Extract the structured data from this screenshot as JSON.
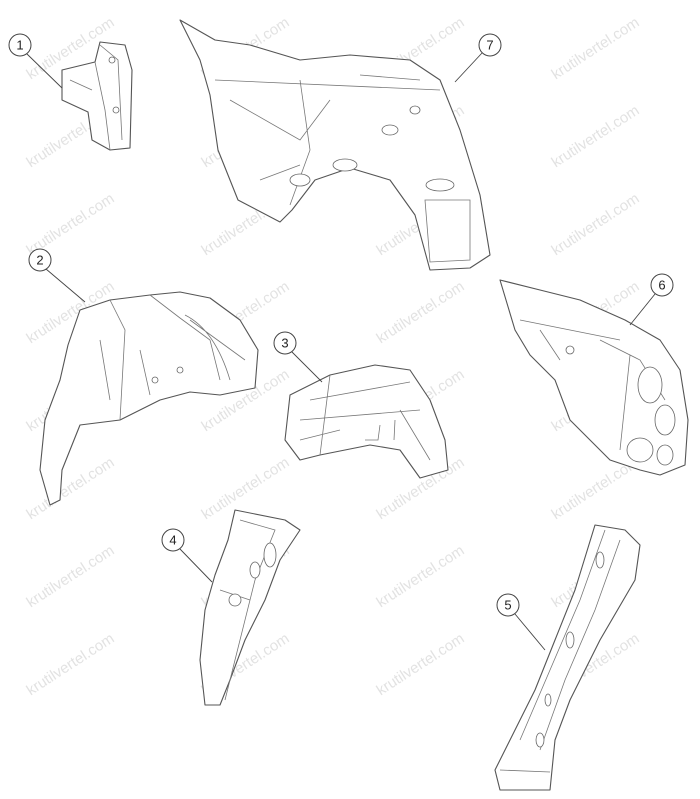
{
  "figure": {
    "watermark": "krutilvertel.com",
    "callouts": [
      {
        "id": "1",
        "label": "1"
      },
      {
        "id": "2",
        "label": "2"
      },
      {
        "id": "3",
        "label": "3"
      },
      {
        "id": "4",
        "label": "4"
      },
      {
        "id": "5",
        "label": "5"
      },
      {
        "id": "6",
        "label": "6"
      },
      {
        "id": "7",
        "label": "7"
      }
    ],
    "line_color": "#555555"
  }
}
